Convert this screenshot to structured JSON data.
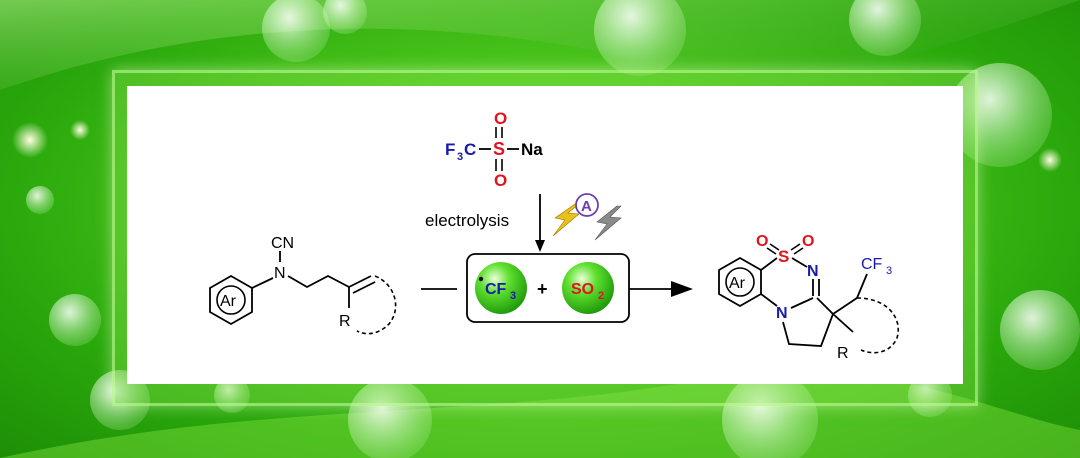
{
  "reagent": {
    "f3c": "F",
    "f3c_sub": "3",
    "f3c_c": "C",
    "s": "S",
    "o": "O",
    "na": "Na"
  },
  "condition": {
    "electrolysis": "electrolysis",
    "anode_badge": "A"
  },
  "starting_material": {
    "ar": "Ar",
    "n": "N",
    "cn": "CN",
    "r": "R"
  },
  "radicals": {
    "cf3": "CF",
    "cf3_sub": "3",
    "plus": "+",
    "so2": "SO",
    "so2_sub": "2"
  },
  "product": {
    "ar": "Ar",
    "s": "S",
    "o": "O",
    "n_ring": "N",
    "n_amine": "N",
    "cf3": "CF",
    "cf3_sub": "3",
    "r": "R"
  },
  "colors": {
    "background": "#4fc81e",
    "heteroatom_blue": "#1a1aa8",
    "oxygen_red": "#e0141e",
    "sphere_green": "#3ccf1e",
    "bolt_yellow": "#e8c21a",
    "bolt_gray": "#8a8a8a",
    "anode_purple": "#6a3fb0"
  }
}
